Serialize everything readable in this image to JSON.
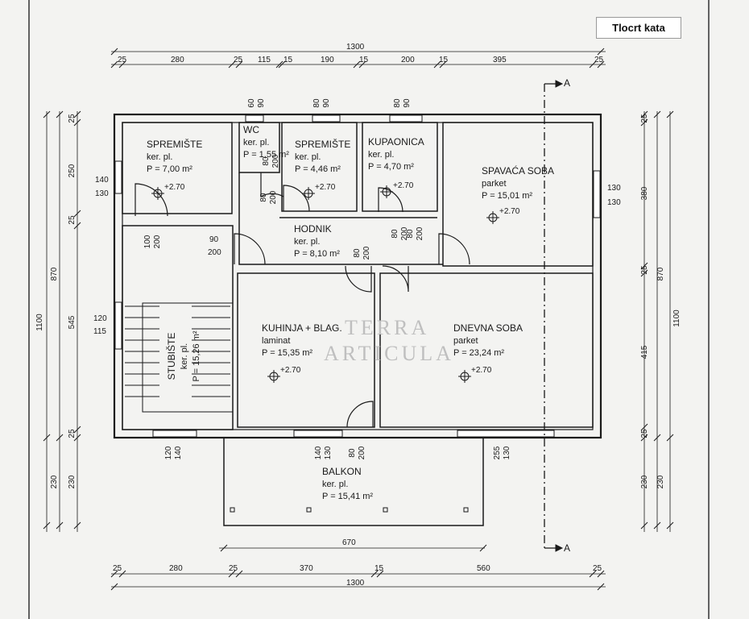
{
  "badge": "Tlocrt kata",
  "watermark": [
    "TERRA",
    "ARTICULA"
  ],
  "section_mark": "A",
  "level_mark": "+2.70",
  "rooms": {
    "spremiste1": {
      "name": "SPREMIŠTE",
      "floor": "ker. pl.",
      "area": "P = 7,00 m²"
    },
    "wc": {
      "name": "WC",
      "floor": "ker. pl.",
      "area": "P = 1,55 m²"
    },
    "spremiste2": {
      "name": "SPREMIŠTE",
      "floor": "ker. pl.",
      "area": "P = 4,46 m²"
    },
    "kupaonica": {
      "name": "KUPAONICA",
      "floor": "ker. pl.",
      "area": "P = 4,70 m²"
    },
    "spavaca": {
      "name": "SPAVAĆA SOBA",
      "floor": "parket",
      "area": "P = 15,01 m²"
    },
    "hodnik": {
      "name": "HODNIK",
      "floor": "ker. pl.",
      "area": "P = 8,10 m²"
    },
    "kuhinja": {
      "name": "KUHINJA + BLAG.",
      "floor": "laminat",
      "area": "P = 15,35 m²"
    },
    "dnevna": {
      "name": "DNEVNA SOBA",
      "floor": "parket",
      "area": "P = 23,24 m²"
    },
    "stubiste": {
      "name": "STUBIŠTE",
      "floor": "ker. pl.",
      "area": "P = 15,26 m²"
    },
    "balkon": {
      "name": "BALKON",
      "floor": "ker. pl.",
      "area": "P = 15,41 m²"
    }
  },
  "dims": {
    "top_total": "1300",
    "top": [
      "25",
      "280",
      "25",
      "115",
      "15",
      "190",
      "15",
      "200",
      "15",
      "395",
      "25"
    ],
    "bottom_total": "1300",
    "bottom": [
      "25",
      "280",
      "25",
      "370",
      "15",
      "560",
      "25"
    ],
    "balcony_width": "670",
    "left_total": "1100",
    "left_870": "870",
    "left_230": "230",
    "left_inner": [
      "25",
      "250",
      "25",
      "545",
      "25",
      "230"
    ],
    "right_total": "1100",
    "right_870": "870",
    "right_230": "230",
    "right_inner": [
      "25",
      "380",
      "25",
      "415",
      "25",
      "230"
    ],
    "win_wc": [
      "60",
      "90"
    ],
    "win_sp2": [
      "80",
      "90"
    ],
    "win_kup": [
      "80",
      "90"
    ],
    "win_sp1": [
      "140",
      "130"
    ],
    "win_spav": [
      "130",
      "130"
    ],
    "win_stub": [
      "120",
      "115"
    ],
    "door_sp1": [
      "100",
      "200"
    ],
    "door_hod": [
      "90",
      "200"
    ],
    "door_wc": [
      "80",
      "200"
    ],
    "door_sp2": [
      "80",
      "200"
    ],
    "door_kuh": [
      "80",
      "200"
    ],
    "door_dn": [
      "80",
      "200"
    ],
    "door_kup": [
      "80",
      "200"
    ],
    "door_bal": [
      "80",
      "200"
    ],
    "win_stub_bot": [
      "120",
      "140"
    ],
    "win_kuh_bot": [
      "140",
      "130"
    ],
    "win_dn_bot": [
      "255",
      "130"
    ]
  }
}
